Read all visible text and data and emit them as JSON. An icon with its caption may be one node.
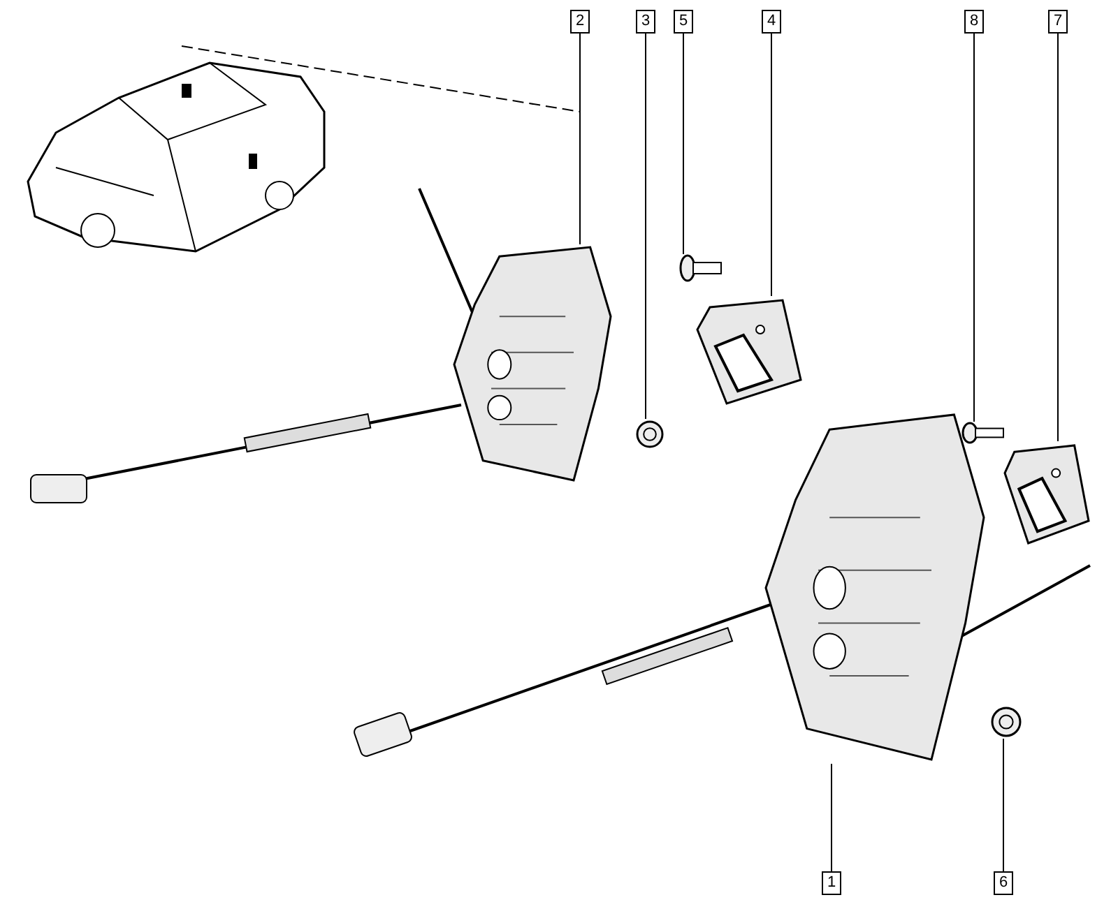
{
  "diagram": {
    "nodes": [
      {
        "text": [
          "2"
        ]
      },
      {
        "text": [
          "3"
        ]
      },
      {
        "text": [
          "5"
        ]
      },
      {
        "text": [
          "4"
        ]
      },
      {
        "text": [
          "8"
        ]
      },
      {
        "text": [
          "7"
        ]
      },
      {
        "text": [
          "1"
        ]
      },
      {
        "text": [
          "6"
        ]
      },
      {
        "text": [],
        "shape": "picture"
      },
      {
        "text": [],
        "shape": "picture"
      },
      {
        "text": [],
        "shape": "picture"
      },
      {
        "text": [],
        "shape": "picture"
      },
      {
        "text": [],
        "shape": "picture"
      },
      {
        "text": [],
        "shape": "picture"
      },
      {
        "text": [],
        "shape": "picture"
      },
      {
        "text": [],
        "shape": "picture"
      }
    ],
    "edges": [
      {
        "from": 0,
        "to": 8,
        "arrow": "none"
      },
      {
        "from": 1,
        "to": 9,
        "arrow": "none"
      },
      {
        "from": 2,
        "to": 10,
        "arrow": "none"
      },
      {
        "from": 3,
        "to": 11,
        "arrow": "none"
      },
      {
        "from": 4,
        "to": 12,
        "arrow": "none"
      },
      {
        "from": 5,
        "to": 13,
        "arrow": "none"
      },
      {
        "from": 6,
        "to": 14,
        "arrow": "none"
      },
      {
        "from": 7,
        "to": 15,
        "arrow": "none"
      }
    ]
  }
}
